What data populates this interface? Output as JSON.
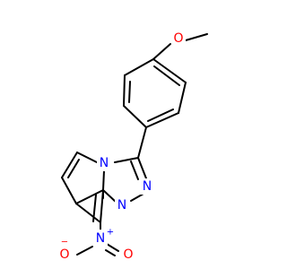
{
  "colors": {
    "bond": "#000000",
    "nitrogen": "#0000ff",
    "oxygen": "#ff0000",
    "carbon": "#000000"
  },
  "molecule": {
    "atoms": [
      {
        "id": "O_ome",
        "label": "O",
        "element": "O"
      },
      {
        "id": "N4",
        "label": "N",
        "element": "N"
      },
      {
        "id": "N2",
        "label": "N",
        "element": "N"
      },
      {
        "id": "N1",
        "label": "N",
        "element": "N"
      },
      {
        "id": "N_nitro",
        "label": "N",
        "element": "N",
        "charge": "+"
      },
      {
        "id": "O_nitro1",
        "label": "O",
        "element": "O",
        "charge": "−"
      },
      {
        "id": "O_nitro2",
        "label": "O",
        "element": "O"
      }
    ]
  }
}
